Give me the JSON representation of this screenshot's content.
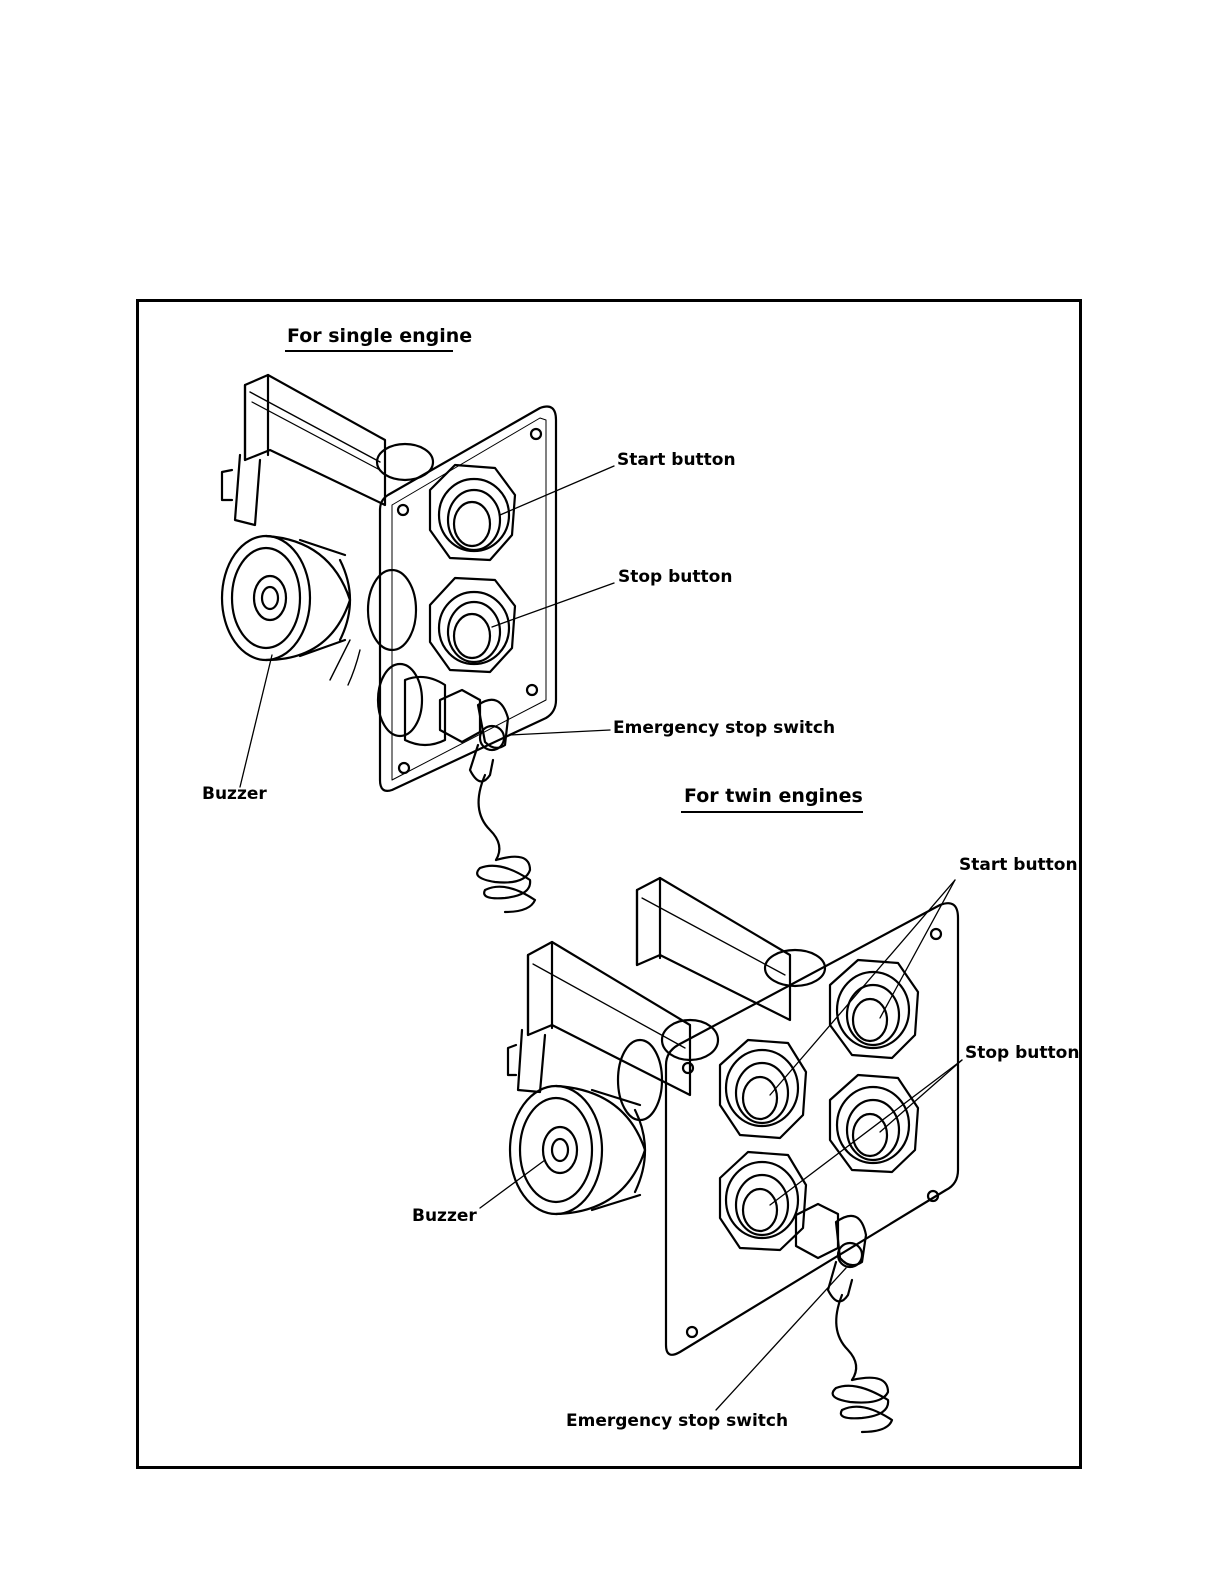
{
  "single": {
    "heading": "For single engine",
    "start": "Start button",
    "stop": "Stop button",
    "emergency": "Emergency stop switch",
    "buzzer": "Buzzer"
  },
  "twin": {
    "heading": "For twin engines",
    "start": "Start button",
    "stop": "Stop button",
    "emergency": "Emergency stop switch",
    "buzzer": "Buzzer"
  },
  "colors": {
    "ink": "#000000",
    "paper": "#ffffff"
  }
}
